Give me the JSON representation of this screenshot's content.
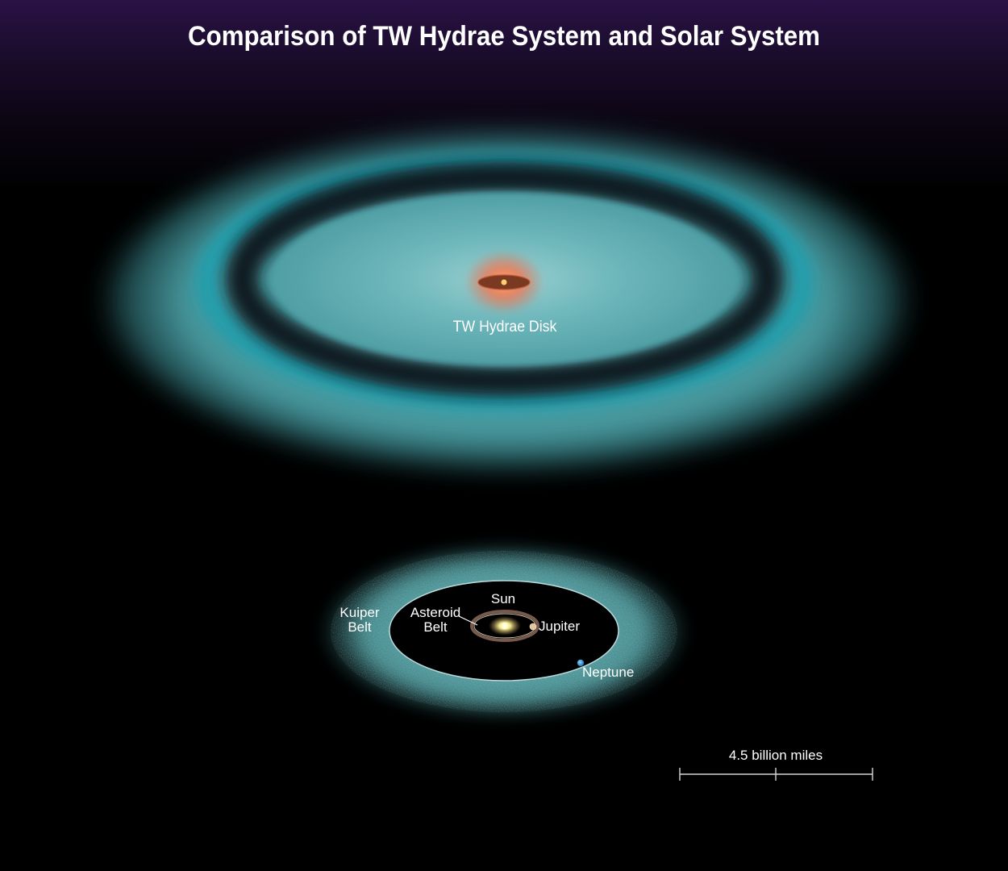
{
  "title": "Comparison of TW Hydrae System and Solar System",
  "labels": {
    "tw_hydrae_disk": "TW Hydrae Disk",
    "sun": "Sun",
    "asteroid_belt_line1": "Asteroid",
    "asteroid_belt_line2": "Belt",
    "jupiter": "Jupiter",
    "kuiper_belt_line1": "Kuiper",
    "kuiper_belt_line2": "Belt",
    "neptune": "Neptune",
    "scale_bar": "4.5 billion miles"
  },
  "colors": {
    "disk_teal": "#4fa8ad",
    "gap_dark": "#0a1a1c",
    "ring_bright": "#1fa5b4",
    "star_glow": "#e06a4a",
    "kuiper_teal": "#5a9ea0",
    "orbit_line": "#b9d8db"
  }
}
